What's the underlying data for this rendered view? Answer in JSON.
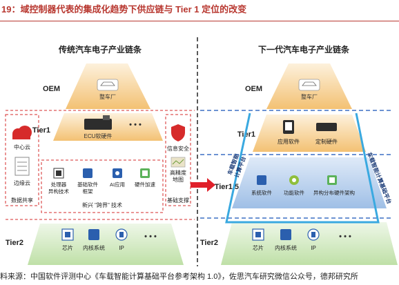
{
  "figure": {
    "title": "19：域控制器代表的集成化趋势下供应链与 Tier 1 定位的改变",
    "source": "料来源：中国软件评测中心《车载智能计算基础平台参考架构 1.0》，佐思汽车研究微信公众号，德邦研究所"
  },
  "left": {
    "title": "传统汽车电子产业链条",
    "oem_label": "OEM",
    "oem_item": "整车厂",
    "tier1_label": "Tier1",
    "tier1_item": "ECU软硬件",
    "tier1_ellipsis": "• • •",
    "emerging_items": [
      "处理器",
      "异构技术",
      "基础软件",
      "框架",
      "AI应用",
      "硬件加速"
    ],
    "emerging_caption": "新兴 \"跨界\" 技术",
    "tier2_label": "Tier2",
    "tier2_items": [
      "芯片",
      "内核系统",
      "IP"
    ],
    "tier2_ellipsis": "• • •",
    "data_box": {
      "cloud": "中心云",
      "edge": "边缘云",
      "caption": "数据共享"
    },
    "infra_box": {
      "security": "信息安全",
      "map1": "高精度",
      "map2": "地图",
      "caption": "基础支撑"
    }
  },
  "right": {
    "title": "下一代汽车电子产业链条",
    "oem_label": "OEM",
    "oem_item": "整车厂",
    "tier1_label": "Tier1",
    "tier1_items": [
      "应用软件",
      "定制硬件"
    ],
    "tier15_label": "Tier1.5",
    "tier15_items": [
      "系统软件",
      "功能软件",
      "异构分布硬件架构"
    ],
    "tier2_label": "Tier2",
    "tier2_items": [
      "芯片",
      "内核系统",
      "IP"
    ],
    "tier2_ellipsis": "• • •",
    "left_banner1": "车载智能",
    "left_banner2": "计算平台",
    "right_banner": "车载智能计算基础平台"
  },
  "colors": {
    "title_red": "#b8372f",
    "dash_red": "#d62b2b",
    "dash_blue": "#3b6fc4",
    "arrow_red": "#e0202a",
    "cyan_frame": "#3aa9e0",
    "band_orange_light": "#fbe6c4",
    "band_orange_dark": "#f3c173",
    "band_blue_light": "#d9e7f7",
    "band_blue_dark": "#b6cdea",
    "band_green_light": "#e3f1da",
    "band_green_dark": "#bfe0a7"
  }
}
